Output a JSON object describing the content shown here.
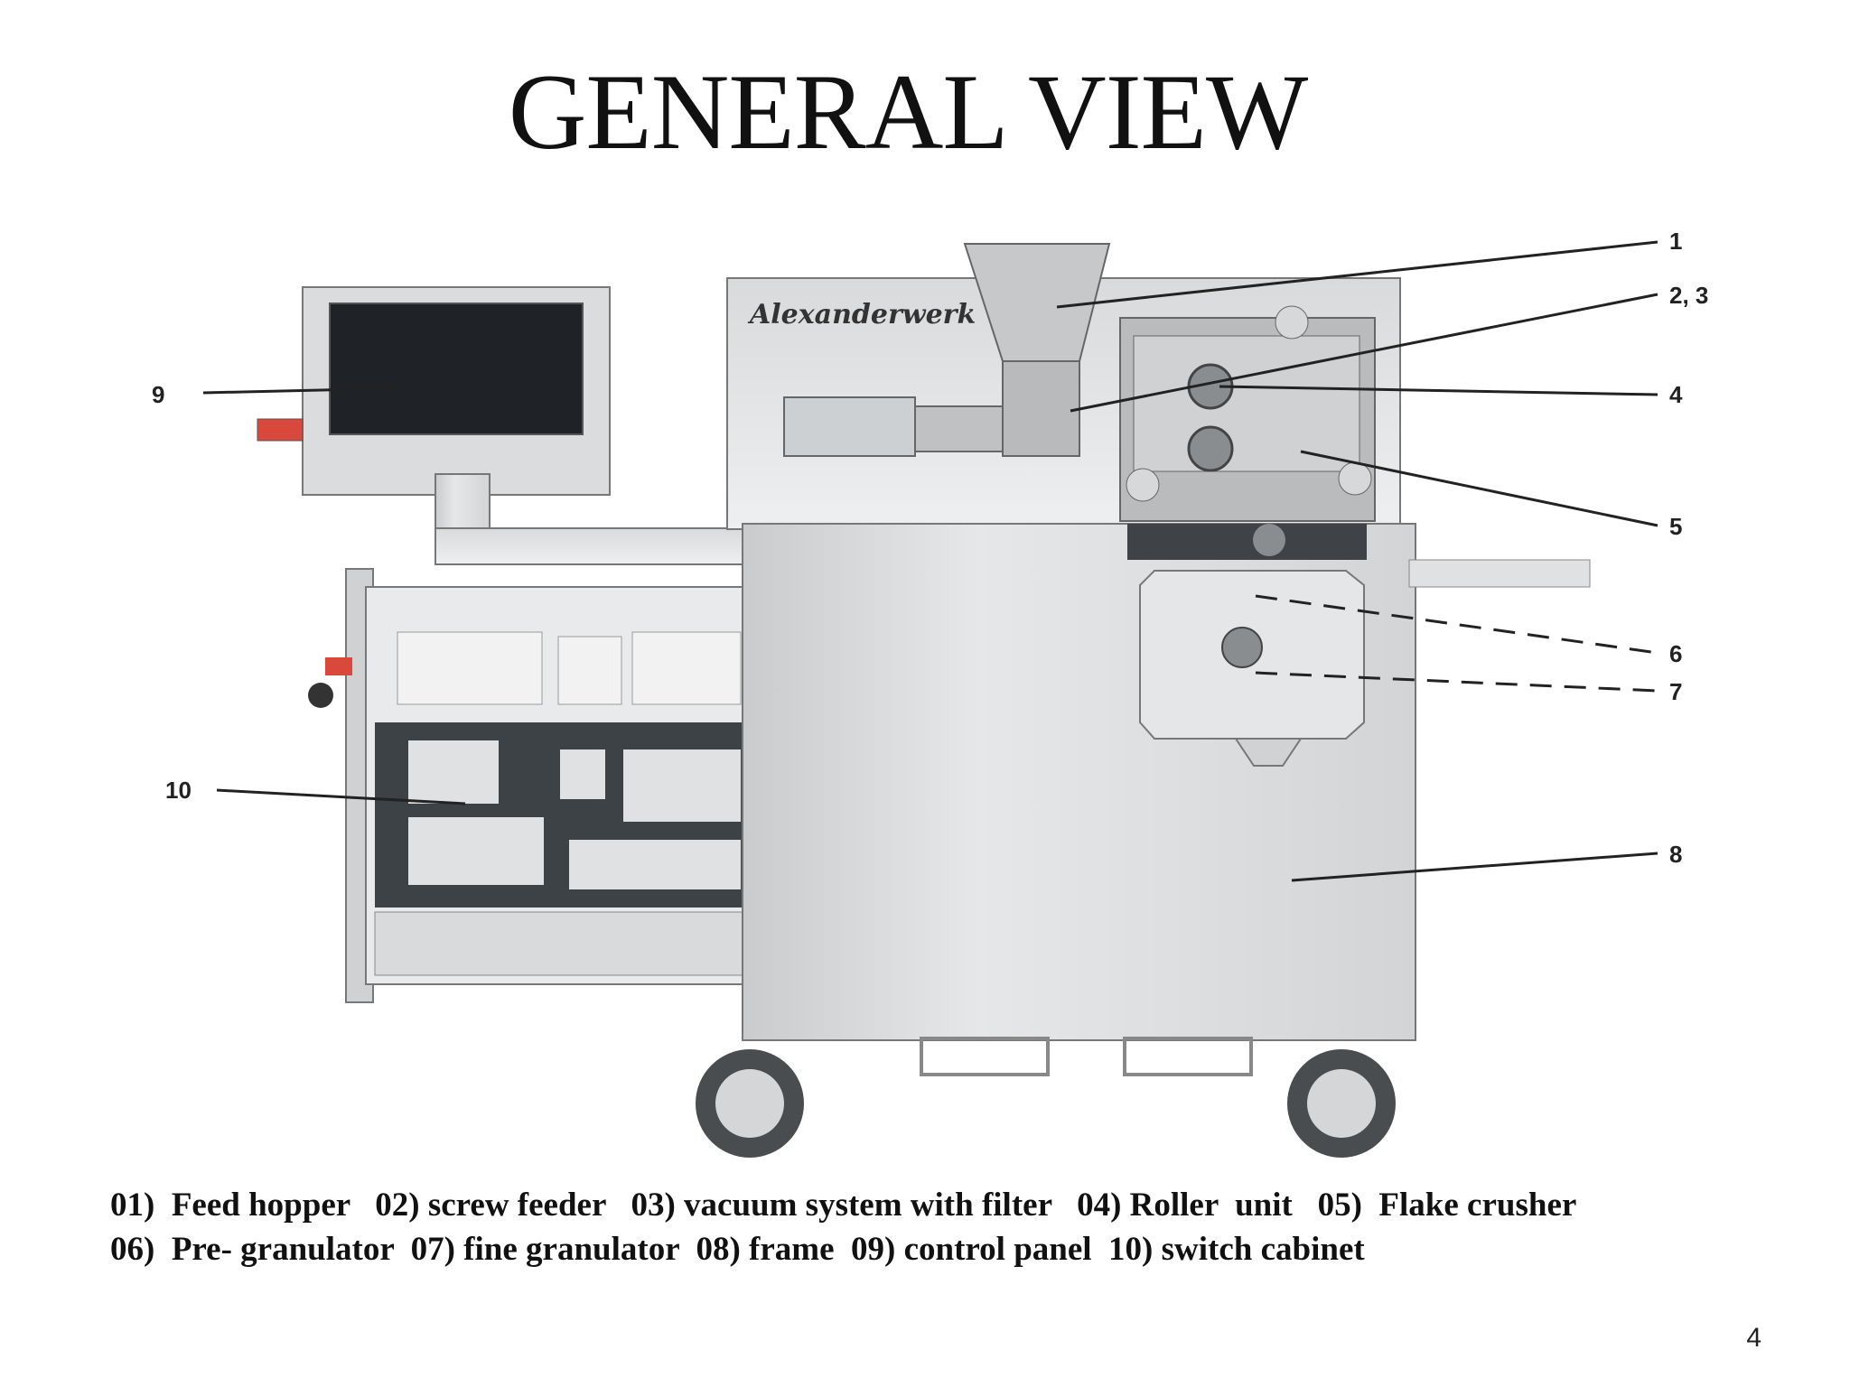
{
  "title": "GENERAL VIEW",
  "brand": "Alexanderwerk",
  "callouts": [
    {
      "label": "1"
    },
    {
      "label": "2, 3"
    },
    {
      "label": "4"
    },
    {
      "label": "5"
    },
    {
      "label": "6"
    },
    {
      "label": "7"
    },
    {
      "label": "8"
    },
    {
      "label": "9"
    },
    {
      "label": "10"
    }
  ],
  "legend": {
    "line1": "01)  Feed hopper   02) screw feeder   03) vacuum system with filter   04) Roller  unit   05)  Flake crusher",
    "line2": "06)  Pre- granulator  07) fine granulator  08) frame  09) control panel  10) switch cabinet"
  },
  "page_number": "4"
}
